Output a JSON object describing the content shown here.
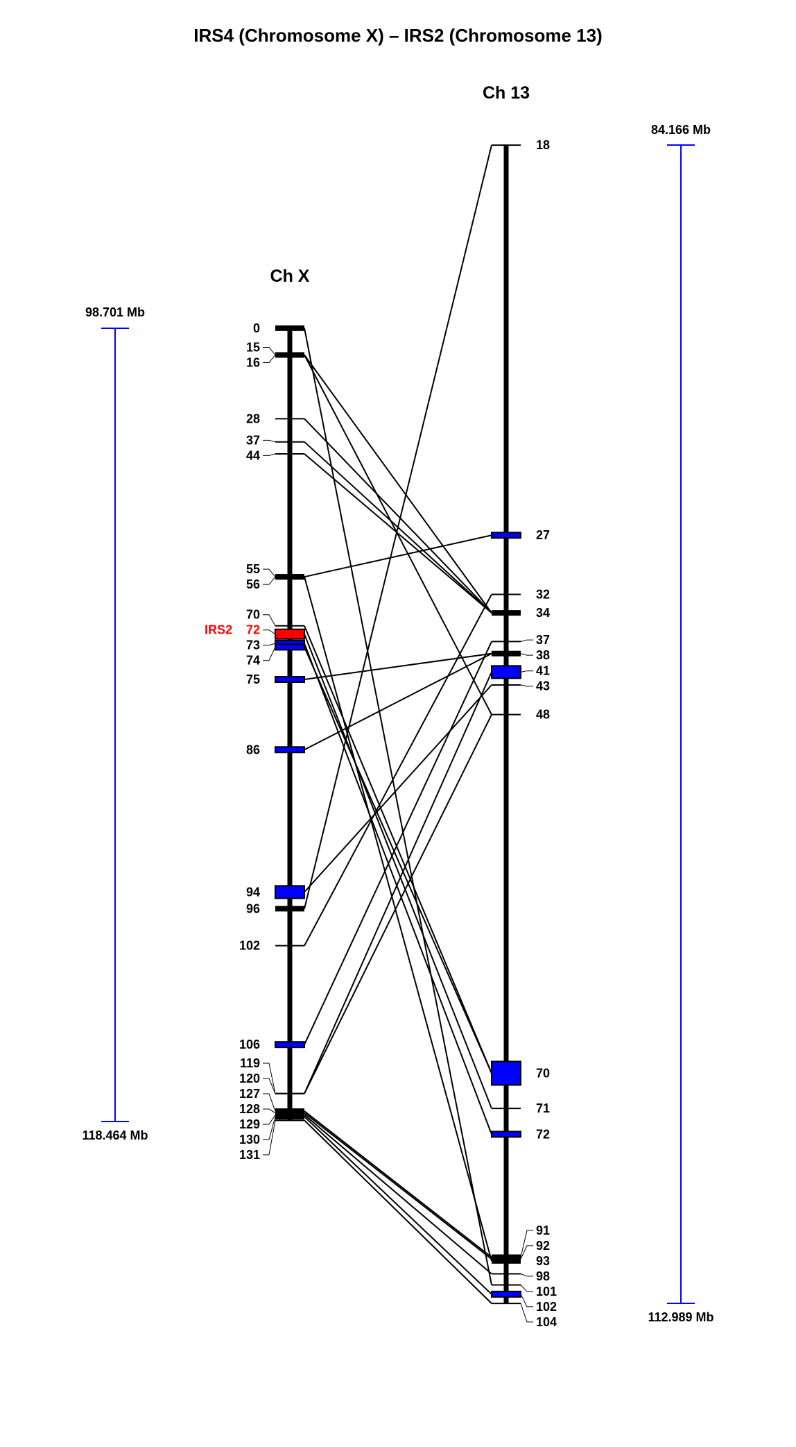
{
  "title": "IRS4 (Chromosome X) – IRS2 (Chromosome 13)",
  "colors": {
    "highlight": "#ff0000",
    "marker_box": "#0000ff",
    "scale_bar": "#0000ff",
    "line": "#000000"
  },
  "left_chrom": {
    "name": "Ch X",
    "scale_top": "98.701 Mb",
    "scale_bottom": "118.464 Mb",
    "highlight_label": "IRS2",
    "markers": [
      {
        "label": "0",
        "style": "thick"
      },
      {
        "label": "15",
        "style": "thick"
      },
      {
        "label": "16",
        "style": "thick"
      },
      {
        "label": "28",
        "style": "tick"
      },
      {
        "label": "37",
        "style": "tick"
      },
      {
        "label": "44",
        "style": "tick"
      },
      {
        "label": "55",
        "style": "thick"
      },
      {
        "label": "56",
        "style": "thick"
      },
      {
        "label": "70",
        "style": "tick"
      },
      {
        "label": "72",
        "style": "red"
      },
      {
        "label": "73",
        "style": "blue"
      },
      {
        "label": "74",
        "style": "blue"
      },
      {
        "label": "75",
        "style": "blue"
      },
      {
        "label": "86",
        "style": "blue"
      },
      {
        "label": "94",
        "style": "bluebox"
      },
      {
        "label": "96",
        "style": "thick"
      },
      {
        "label": "102",
        "style": "tick"
      },
      {
        "label": "106",
        "style": "blue"
      },
      {
        "label": "119",
        "style": "tick"
      },
      {
        "label": "120",
        "style": "tick"
      },
      {
        "label": "127",
        "style": "thick"
      },
      {
        "label": "128",
        "style": "thick"
      },
      {
        "label": "129",
        "style": "thick"
      },
      {
        "label": "130",
        "style": "thick"
      },
      {
        "label": "131",
        "style": "tick"
      }
    ]
  },
  "right_chrom": {
    "name": "Ch 13",
    "scale_top": "84.166 Mb",
    "scale_bottom": "112.989 Mb",
    "markers": [
      {
        "label": "18",
        "style": "tick"
      },
      {
        "label": "27",
        "style": "blue"
      },
      {
        "label": "32",
        "style": "tick"
      },
      {
        "label": "34",
        "style": "thick"
      },
      {
        "label": "37",
        "style": "tick"
      },
      {
        "label": "38",
        "style": "thick"
      },
      {
        "label": "41",
        "style": "bluebox"
      },
      {
        "label": "43",
        "style": "tick"
      },
      {
        "label": "48",
        "style": "tick"
      },
      {
        "label": "70",
        "style": "bigbox"
      },
      {
        "label": "71",
        "style": "tick"
      },
      {
        "label": "72",
        "style": "blue"
      },
      {
        "label": "91",
        "style": "thick"
      },
      {
        "label": "92",
        "style": "thick"
      },
      {
        "label": "93",
        "style": "thick"
      },
      {
        "label": "98",
        "style": "tick"
      },
      {
        "label": "101",
        "style": "tick"
      },
      {
        "label": "102",
        "style": "blue"
      },
      {
        "label": "104",
        "style": "tick"
      }
    ]
  },
  "links": [
    [
      "0",
      "101"
    ],
    [
      "15",
      "34"
    ],
    [
      "16",
      "48"
    ],
    [
      "28",
      "34"
    ],
    [
      "37",
      "34"
    ],
    [
      "44",
      "34"
    ],
    [
      "55",
      "27"
    ],
    [
      "56",
      "93"
    ],
    [
      "70",
      "70"
    ],
    [
      "72",
      "71"
    ],
    [
      "73",
      "72"
    ],
    [
      "74",
      "70"
    ],
    [
      "75",
      "38"
    ],
    [
      "86",
      "38"
    ],
    [
      "94",
      "43"
    ],
    [
      "96",
      "18"
    ],
    [
      "102",
      "32"
    ],
    [
      "106",
      "37"
    ],
    [
      "119",
      "48"
    ],
    [
      "120",
      "41"
    ],
    [
      "127",
      "91"
    ],
    [
      "128",
      "92"
    ],
    [
      "129",
      "98"
    ],
    [
      "130",
      "102"
    ],
    [
      "131",
      "104"
    ]
  ]
}
